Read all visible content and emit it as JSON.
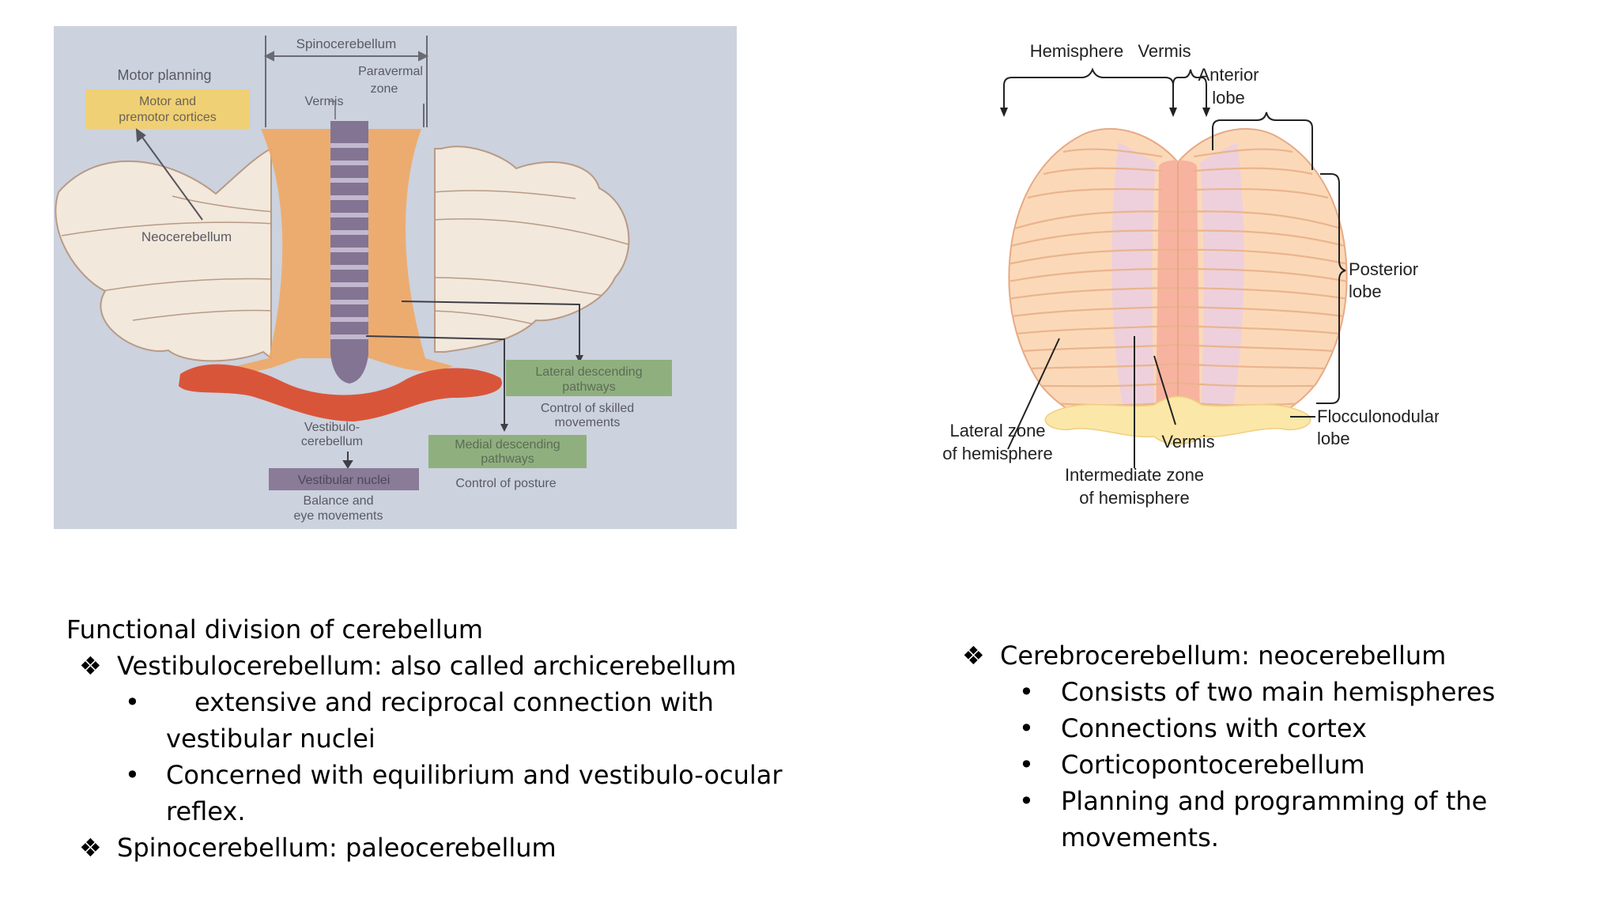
{
  "left_figure": {
    "labels": {
      "spinocerebellum": "Spinocerebellum",
      "paravermal_zone": [
        "Paravermal",
        "zone"
      ],
      "vermis": "Vermis",
      "motor_planning": "Motor planning",
      "motor_cortices": [
        "Motor and",
        "premotor cortices"
      ],
      "neocerebellum": "Neocerebellum",
      "lateral_pathways": [
        "Lateral descending",
        "pathways"
      ],
      "control_skilled": [
        "Control of skilled",
        "movements"
      ],
      "vestibulocerebellum": [
        "Vestibulo-",
        "cerebellum"
      ],
      "medial_pathways": [
        "Medial descending",
        "pathways"
      ],
      "vestibular_nuclei": "Vestibular nuclei",
      "control_posture": "Control of posture",
      "balance": [
        "Balance and",
        "eye movements"
      ]
    },
    "colors": {
      "background": "#ccd2de",
      "lobe": "#f2e8dc",
      "paravermal": "#efa866",
      "vermis": "#837493",
      "floccular": "#d9553a",
      "motor_box": "#f0d074",
      "green_box": "#8fb07e",
      "purple_box": "#8a7b98"
    }
  },
  "right_figure": {
    "labels": {
      "hemisphere": "Hemisphere",
      "vermis_top": "Vermis",
      "anterior_lobe": [
        "Anterior",
        "lobe"
      ],
      "posterior_lobe": [
        "Posterior",
        "lobe"
      ],
      "flocculonodular_lobe": [
        "Flocculonodular",
        "lobe"
      ],
      "lateral_zone": [
        "Lateral zone",
        "of hemisphere"
      ],
      "vermis_bottom": "Vermis",
      "intermediate_zone": [
        "Intermediate zone",
        "of hemisphere"
      ]
    },
    "colors": {
      "lobe_fill": "#fbd9b8",
      "folia": "#eab48e",
      "intermediate": "#ecd0dc",
      "vermis": "#f7b39f",
      "flocculus": "#fbe7a8"
    }
  },
  "text_left": {
    "heading": "Functional division of cerebellum",
    "item1": "Vestibulocerebellum: also called archicerebellum",
    "item1_bullets": [
      [
        "extensive and reciprocal connection with",
        "vestibular nuclei"
      ],
      [
        "Concerned with equilibrium and vestibulo-ocular",
        "reflex."
      ]
    ],
    "item2": "Spinocerebellum: paleocerebellum"
  },
  "text_right": {
    "item": "Cerebrocerebellum: neocerebellum",
    "bullets": [
      [
        "Consists of two main hemispheres"
      ],
      [
        "Connections with cortex"
      ],
      [
        "Corticopontocerebellum"
      ],
      [
        "Planning and programming of the",
        "movements."
      ]
    ]
  }
}
